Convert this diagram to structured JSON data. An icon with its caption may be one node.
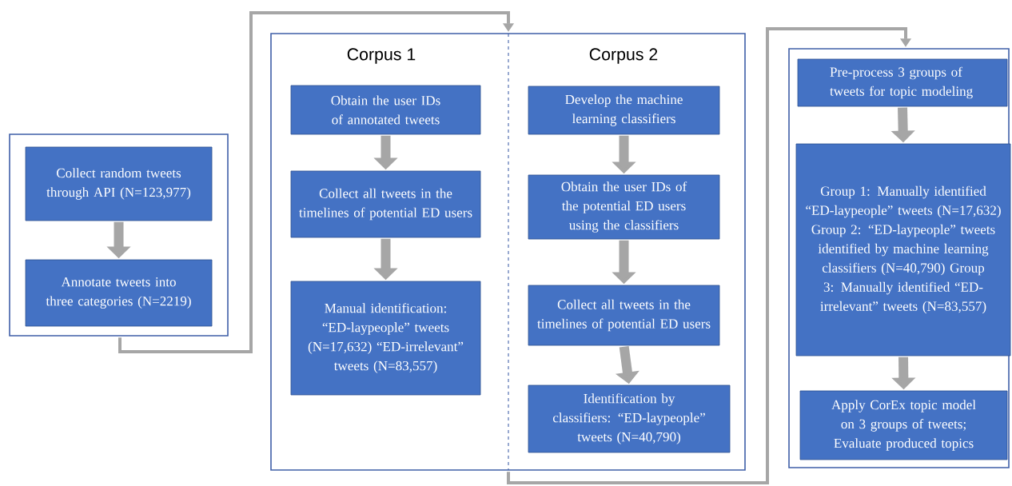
{
  "diagram": {
    "nodes": [
      {
        "text": [],
        "shape": "box"
      },
      {
        "text": [
          "Collect random tweets through API (N=123,977)"
        ],
        "in": 0
      },
      {
        "text": [
          "Annotate tweets into three categories (N=2219)"
        ],
        "in": 0
      },
      {
        "text": [],
        "shape": "box"
      },
      {
        "text": [
          "Obtain the user IDs of annotated tweets"
        ],
        "in": 3
      },
      {
        "text": [
          "Collect all tweets in the timelines of potential ED users"
        ],
        "in": 3
      },
      {
        "text": [
          "Manual identification: “ED-laypeople” tweets (N=17,632) “ED-irrelevant” tweets (N=83,557)"
        ],
        "in": 3
      },
      {
        "text": [
          "Develop the machine learning classifiers"
        ],
        "in": 3
      },
      {
        "text": [
          "Obtain the user IDs of the potential ED users using the classifiers"
        ],
        "in": 3
      },
      {
        "text": [
          "Collect all tweets in the timelines of potential ED users"
        ],
        "in": 3
      },
      {
        "text": [
          "Identification by classifiers: “ED-laypeople” tweets (N=40,790)"
        ],
        "in": 3
      },
      {
        "text": [],
        "shape": "box"
      },
      {
        "text": [
          "Pre-process 3 groups of tweets for topic modeling"
        ],
        "in": 11
      },
      {
        "text": [
          "Group 1: Manually identified “ED-laypeople” tweets (N=17,632) Group 2: “ED-laypeople” tweets identified by machine learning classifiers (N=40,790) Group 3: Manually identified “ED-irrelevant” tweets (N=83,557)"
        ],
        "in": 11
      },
      {
        "text": [
          "Apply CorEx topic model on 3 groups of tweets; Evaluate produced topics"
        ],
        "in": 11
      }
    ],
    "edges": [
      {
        "from": 0,
        "to": 3,
        "arrow": "to"
      },
      {
        "from": 3,
        "to": 11,
        "arrow": "to"
      },
      {
        "from": 1,
        "to": 2,
        "arrow": "to"
      },
      {
        "from": 4,
        "to": 5,
        "arrow": "to"
      },
      {
        "from": 5,
        "to": 6,
        "arrow": "to"
      },
      {
        "from": 7,
        "to": 8,
        "arrow": "to"
      },
      {
        "from": 8,
        "to": 9,
        "arrow": "to"
      },
      {
        "from": 9,
        "to": 10,
        "arrow": "to"
      },
      {
        "from": 12,
        "to": 13,
        "arrow": "to"
      },
      {
        "from": 13,
        "to": 14,
        "arrow": "to"
      }
    ],
    "labels": [
      "Corpus 1",
      "Corpus 2"
    ]
  }
}
